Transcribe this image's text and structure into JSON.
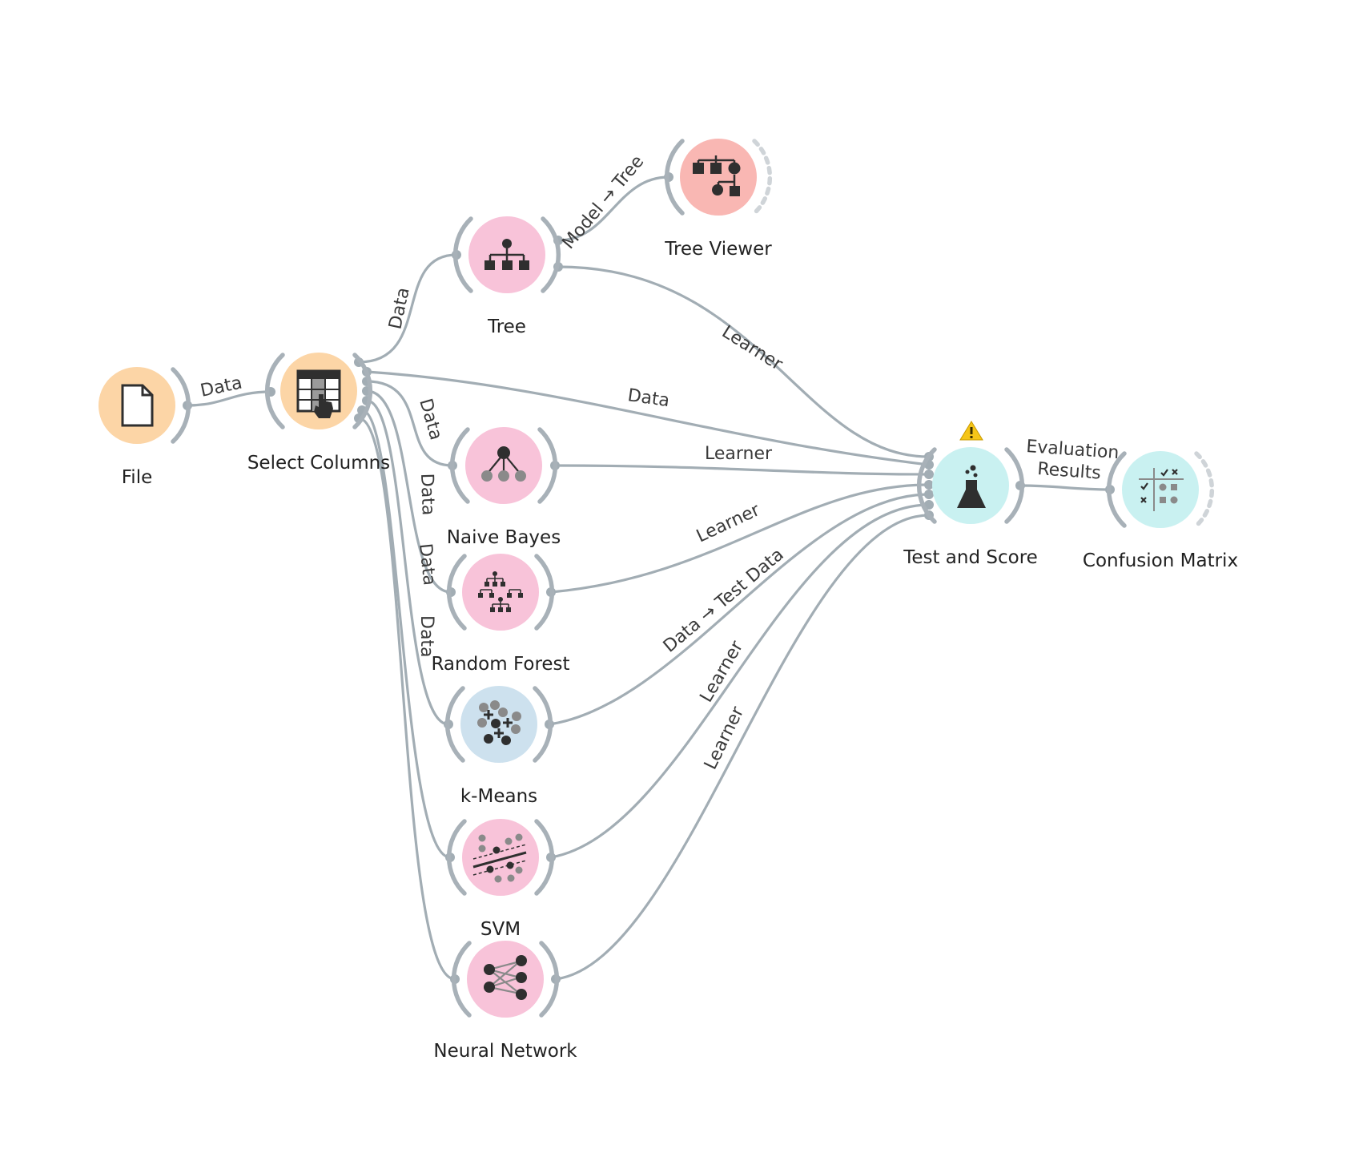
{
  "nodes": {
    "file": {
      "label": "File",
      "color": "#fcd5a6"
    },
    "select_columns": {
      "label": "Select Columns",
      "color": "#fcd5a6"
    },
    "tree": {
      "label": "Tree",
      "color": "#f8c3d9"
    },
    "tree_viewer": {
      "label": "Tree Viewer",
      "color": "#f9b7b3"
    },
    "naive_bayes": {
      "label": "Naive Bayes",
      "color": "#f8c3d9"
    },
    "random_forest": {
      "label": "Random Forest",
      "color": "#f8c3d9"
    },
    "k_means": {
      "label": "k-Means",
      "color": "#cde1ee"
    },
    "svm": {
      "label": "SVM",
      "color": "#f8c3d9"
    },
    "neural_network": {
      "label": "Neural Network",
      "color": "#f8c3d9"
    },
    "test_and_score": {
      "label": "Test and Score",
      "color": "#c9f1f1"
    },
    "confusion_matrix": {
      "label": "Confusion Matrix",
      "color": "#c9f1f1"
    }
  },
  "links": {
    "file_select": "Data",
    "select_tree": "Data",
    "tree_viewer": "Model → Tree",
    "tree_test": "Learner",
    "select_test": "Data",
    "select_nb": "Data",
    "nb_test": "Learner",
    "select_rf": "Data",
    "rf_test": "Learner",
    "select_km": "Data",
    "km_test": "Data → Test Data",
    "select_svm": "Data",
    "svm_test": "Learner",
    "nn_test": "Learner",
    "eval_line1": "Evaluation",
    "eval_line2": "Results"
  },
  "colors": {
    "link": "#a2adb4",
    "warning": "#f5c518"
  },
  "icons": {
    "file": "document-icon",
    "select_columns": "table-select-icon",
    "tree": "tree-icon",
    "tree_viewer": "tree-viewer-icon",
    "naive_bayes": "naive-bayes-icon",
    "random_forest": "random-forest-icon",
    "k_means": "k-means-icon",
    "svm": "svm-icon",
    "neural_network": "neural-network-icon",
    "test_and_score": "flask-icon",
    "confusion_matrix": "confusion-matrix-icon",
    "warning": "warning-icon"
  }
}
